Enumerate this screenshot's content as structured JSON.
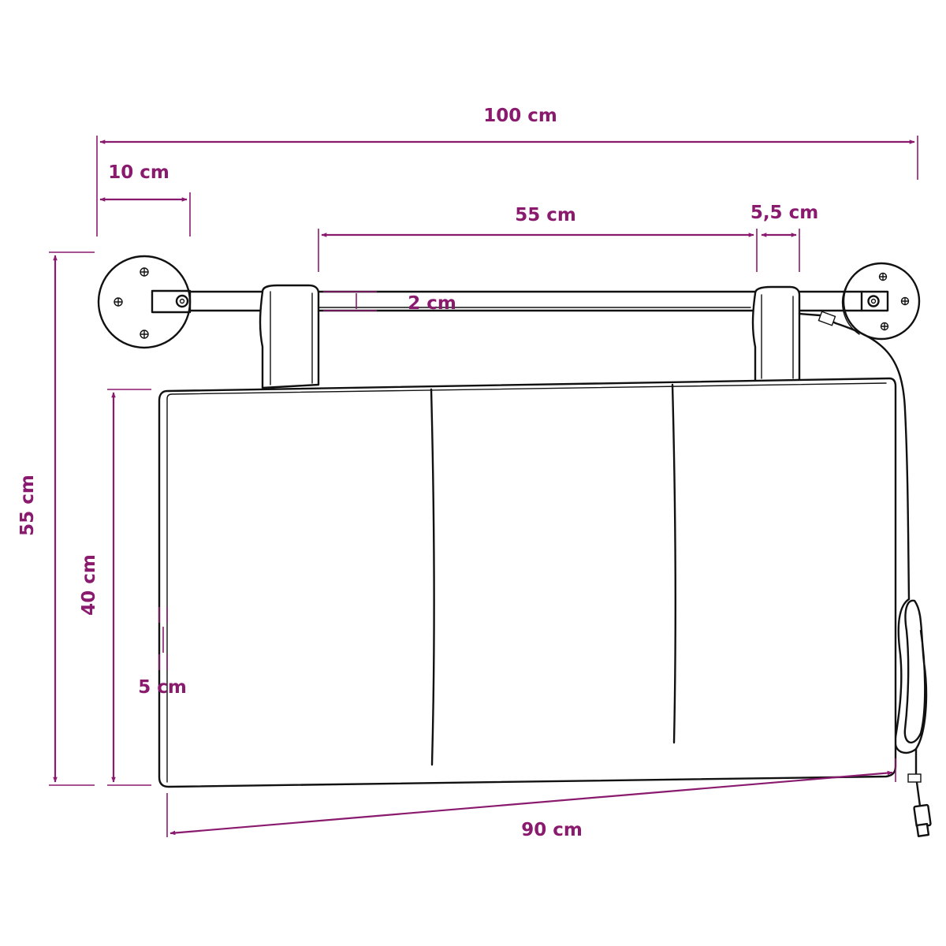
{
  "colors": {
    "dimension": "#8a1a6e",
    "ink": "#111111",
    "background": "#ffffff"
  },
  "dimensions": {
    "total_width": "100 cm",
    "bracket_offset": "10 cm",
    "strap_spacing": "55 cm",
    "strap_width": "5,5 cm",
    "rod_diameter": "2 cm",
    "total_height": "55 cm",
    "panel_height": "40 cm",
    "panel_thickness": "5 cm",
    "panel_width": "90 cm"
  }
}
